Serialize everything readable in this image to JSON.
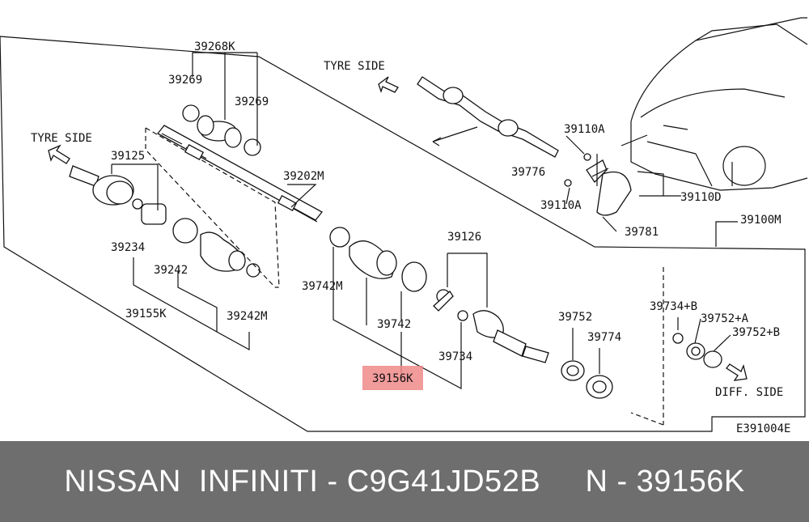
{
  "diagram": {
    "labels": {
      "tyre_side_top": "TYRE SIDE",
      "tyre_side_left": "TYRE SIDE",
      "diff_side": "DIFF. SIDE",
      "p39268K": "39268K",
      "p39269_left": "39269",
      "p39269_right": "39269",
      "p39125": "39125",
      "p39202M": "39202M",
      "p39234": "39234",
      "p39242": "39242",
      "p39155K": "39155K",
      "p39242M": "39242M",
      "p39742M": "39742M",
      "p39742": "39742",
      "p39156K": "39156K",
      "p39126": "39126",
      "p39734": "39734",
      "p39752": "39752",
      "p39774": "39774",
      "p39734B": "39734+B",
      "p39752A": "39752+A",
      "p39752B": "39752+B",
      "p39110A_top": "39110A",
      "p39776": "39776",
      "p39110A_bottom": "39110A",
      "p39110D": "39110D",
      "p39781": "39781",
      "p39100M": "39100M",
      "diagram_code": "E391004E"
    },
    "highlight_color": "#f08a8a"
  },
  "footer": {
    "text": "NISSAN  INFINITI - C9G41JD52B     N - 39156K",
    "background": "#6e6e6e"
  }
}
